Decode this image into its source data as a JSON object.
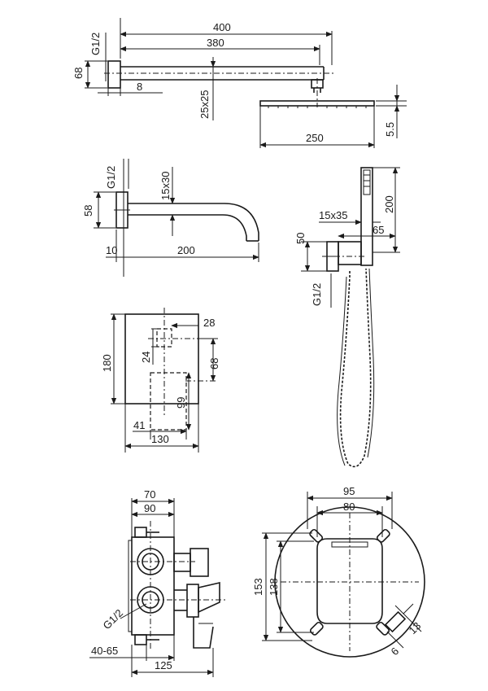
{
  "dimensions": {
    "arm": {
      "length_total": "400",
      "length_arm": "380",
      "thread": "G1/2",
      "height": "68",
      "flange": "8",
      "section": "25x25"
    },
    "head": {
      "width": "250",
      "thickness": "5.5"
    },
    "spout": {
      "thread": "G1/2",
      "section": "15x30",
      "height": "58",
      "flange": "10",
      "length": "200"
    },
    "handshower": {
      "handle": "15x35",
      "length": "200",
      "bracket_height": "50",
      "bracket_depth": "65",
      "thread": "G1/2"
    },
    "box": {
      "height": "180",
      "top_offset": "28",
      "top_square": "24",
      "spacing": "68",
      "body_height": "99",
      "body_width": "41",
      "width": "130"
    },
    "valve_side": {
      "outer": "70",
      "inner": "90",
      "thread": "G1/2",
      "depth_range": "40-65",
      "total": "125"
    },
    "faceplate": {
      "outer_width": "95",
      "inner_width": "80",
      "outer_height": "153",
      "inner_height": "138",
      "slot": "13",
      "slot_depth": "6"
    }
  }
}
